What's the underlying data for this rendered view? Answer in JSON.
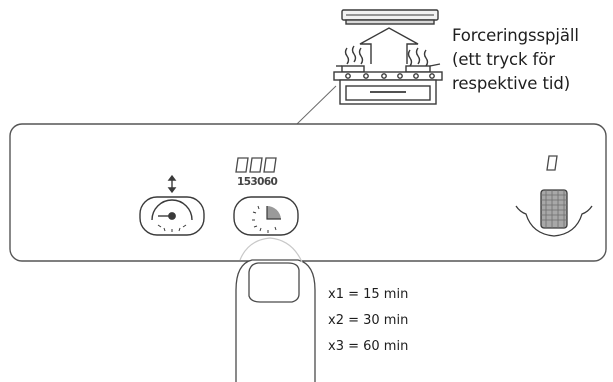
{
  "callout": {
    "line1": "Forceringsspjäll",
    "line2": "(ett tryck för",
    "line3": "respektive tid)"
  },
  "timer_digits": [
    "15",
    "30",
    "60"
  ],
  "presses": [
    "x1 = 15 min",
    "x2 = 30 min",
    "x3 = 60 min"
  ],
  "icons": {
    "hood": "range-hood-icon",
    "stove": "stove-with-steaming-pots-icon",
    "height_button": "height-adjust-button-icon",
    "timer_button": "timer-button-icon",
    "filter": "grease-filter-icon",
    "finger": "finger-icon"
  },
  "colors": {
    "stroke": "#3a3a3a",
    "panel_border": "#555555",
    "accent_fill": "#888888"
  }
}
